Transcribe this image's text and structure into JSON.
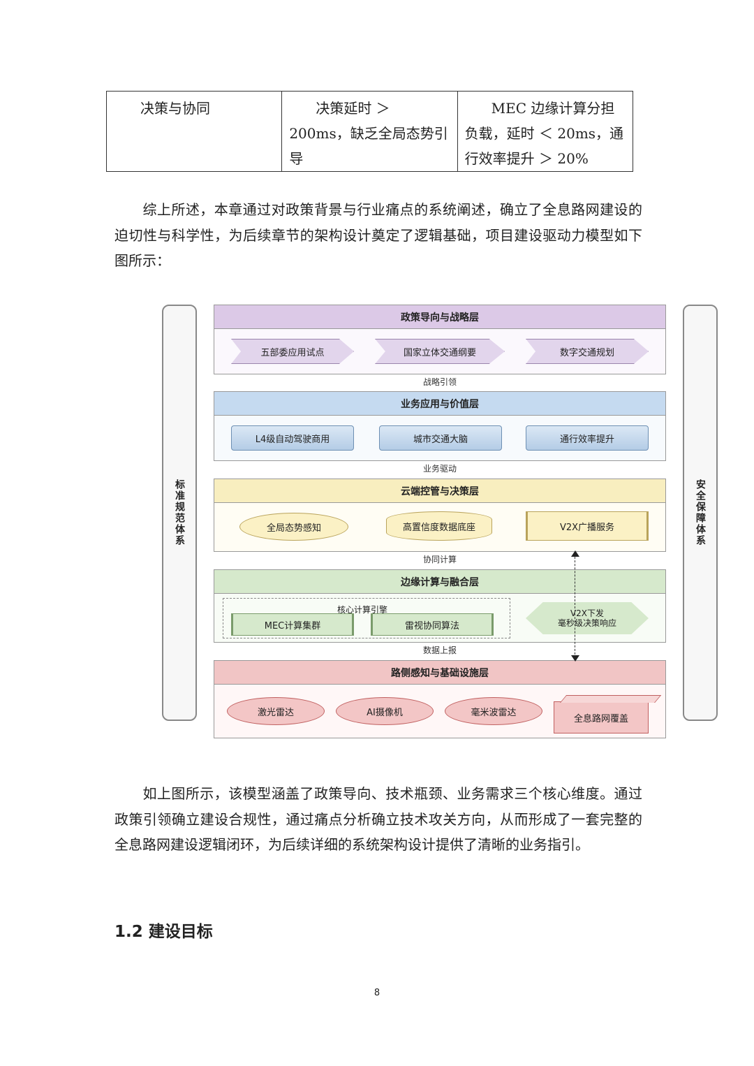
{
  "table": {
    "row": [
      "决策与协同",
      "决策延时 ＞ 200ms，缺乏全局态势引导",
      "MEC 边缘计算分担负载，延时 ＜ 20ms，通行效率提升 ＞ 20%"
    ]
  },
  "para1": "综上所述，本章通过对政策背景与行业痛点的系统阐述，确立了全息路网建设的迫切性与科学性，为后续章节的架构设计奠定了逻辑基础，项目建设驱动力模型如下图所示：",
  "diagram": {
    "side_left": "标准规范体系",
    "side_right": "安全保障体系",
    "layer1": {
      "title": "政策导向与战略层",
      "items": [
        "五部委应用试点",
        "国家立体交通纲要",
        "数字交通规划"
      ]
    },
    "conn1": "战略引领",
    "layer2": {
      "title": "业务应用与价值层",
      "items": [
        "L4级自动驾驶商用",
        "城市交通大脑",
        "通行效率提升"
      ]
    },
    "conn2": "业务驱动",
    "layer3": {
      "title": "云端控管与决策层",
      "items": [
        "全局态势感知",
        "高置信度数据底座",
        "V2X广播服务"
      ]
    },
    "conn3": "协同计算",
    "layer4": {
      "title": "边缘计算与融合层",
      "core": "核心计算引擎",
      "items": [
        "MEC计算集群",
        "雷视协同算法"
      ],
      "hex": "V2X下发\n毫秒级决策响应"
    },
    "conn4": "数据上报",
    "layer5": {
      "title": "路侧感知与基础设施层",
      "items": [
        "激光雷达",
        "AI摄像机",
        "毫米波雷达",
        "全息路网覆盖"
      ]
    }
  },
  "para2": "如上图所示，该模型涵盖了政策导向、技术瓶颈、业务需求三个核心维度。通过政策引领确立建设合规性，通过痛点分析确立技术攻关方向，从而形成了一套完整的全息路网建设逻辑闭环，为后续详细的系统架构设计提供了清晰的业务指引。",
  "heading": "1.2 建设目标",
  "page_number": "8"
}
